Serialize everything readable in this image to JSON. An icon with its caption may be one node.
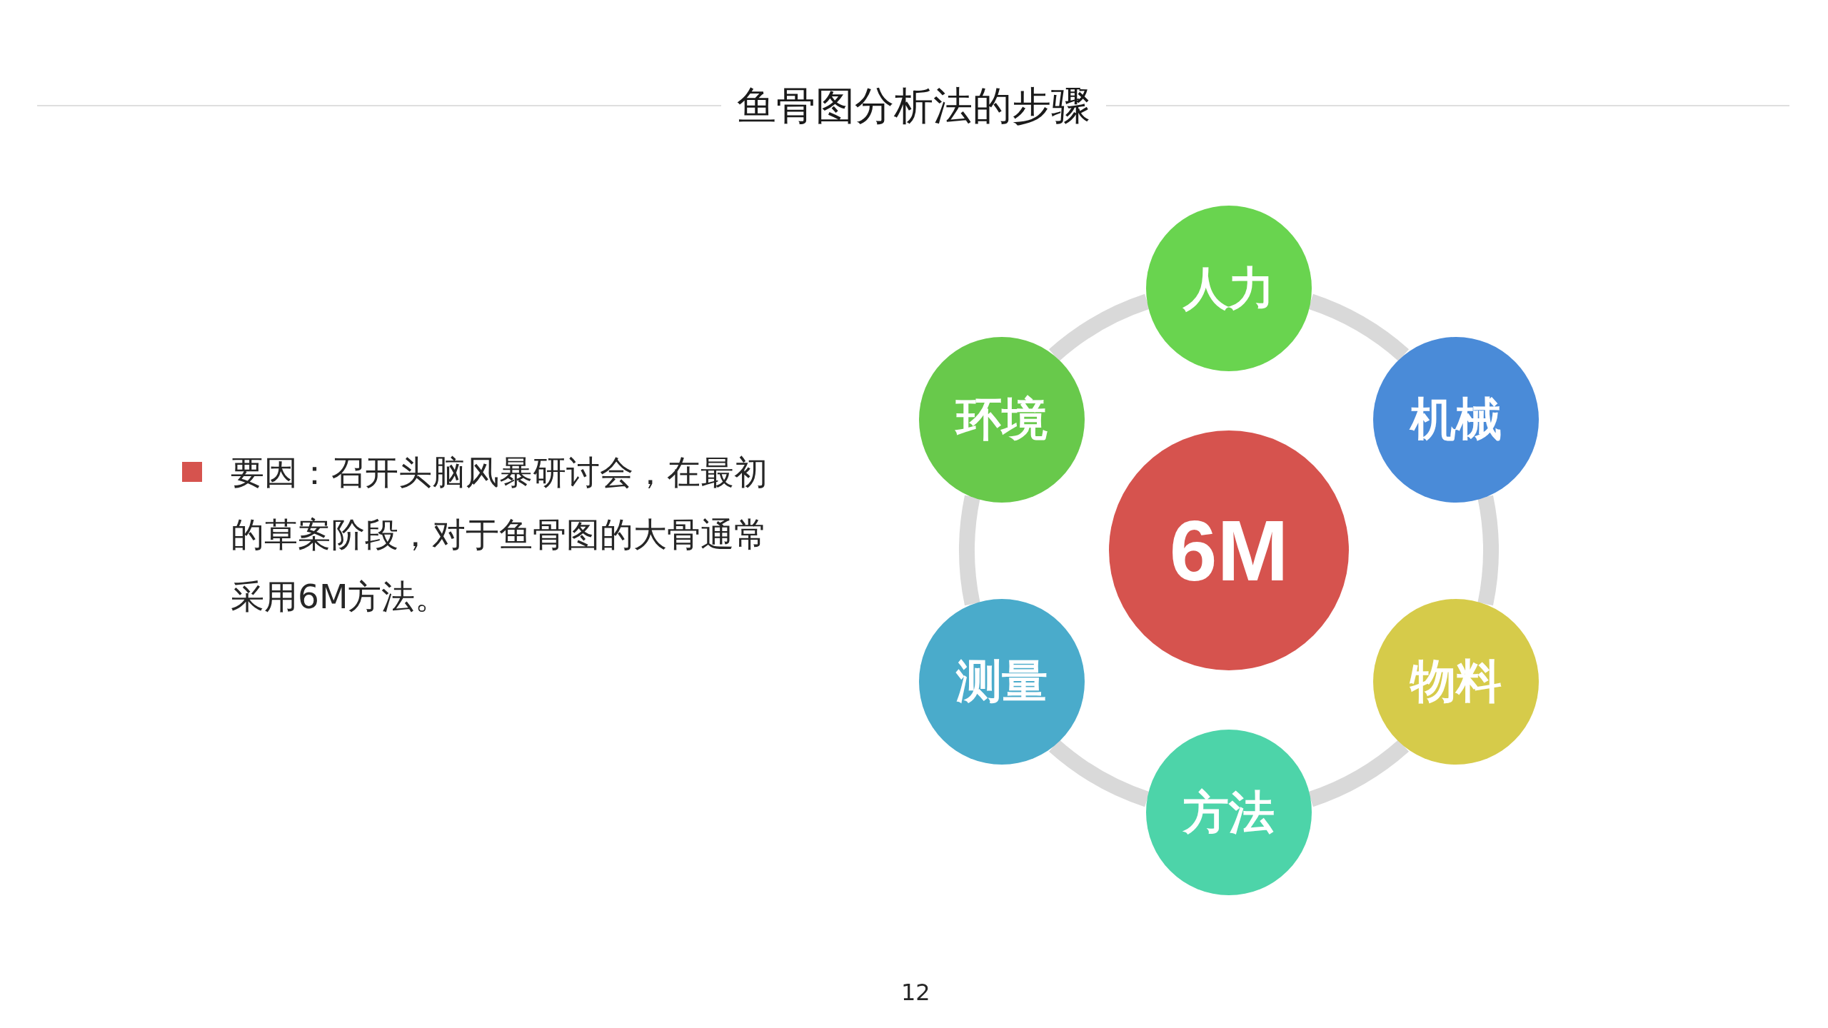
{
  "diagram": {
    "title": "鱼骨图分析法的步骤",
    "nodes": [
      {
        "text": [
          "6M"
        ]
      },
      {
        "text": [
          "人力"
        ]
      },
      {
        "text": [
          "机械"
        ]
      },
      {
        "text": [
          "物料"
        ]
      },
      {
        "text": [
          "方法"
        ]
      },
      {
        "text": [
          "测量"
        ]
      },
      {
        "text": [
          "环境"
        ]
      }
    ],
    "edges": [
      {
        "from": 1,
        "to": 2,
        "arrow": "none"
      },
      {
        "from": 2,
        "to": 3,
        "arrow": "none"
      },
      {
        "from": 3,
        "to": 4,
        "arrow": "none"
      },
      {
        "from": 4,
        "to": 5,
        "arrow": "none"
      },
      {
        "from": 5,
        "to": 6,
        "arrow": "none"
      },
      {
        "from": 6,
        "to": 1,
        "arrow": "none"
      }
    ],
    "labels": [
      "要因：召开头脑风暴研讨会，在最初的草案阶段，对于鱼骨图的大骨通常采用6M方法。",
      "12"
    ]
  }
}
